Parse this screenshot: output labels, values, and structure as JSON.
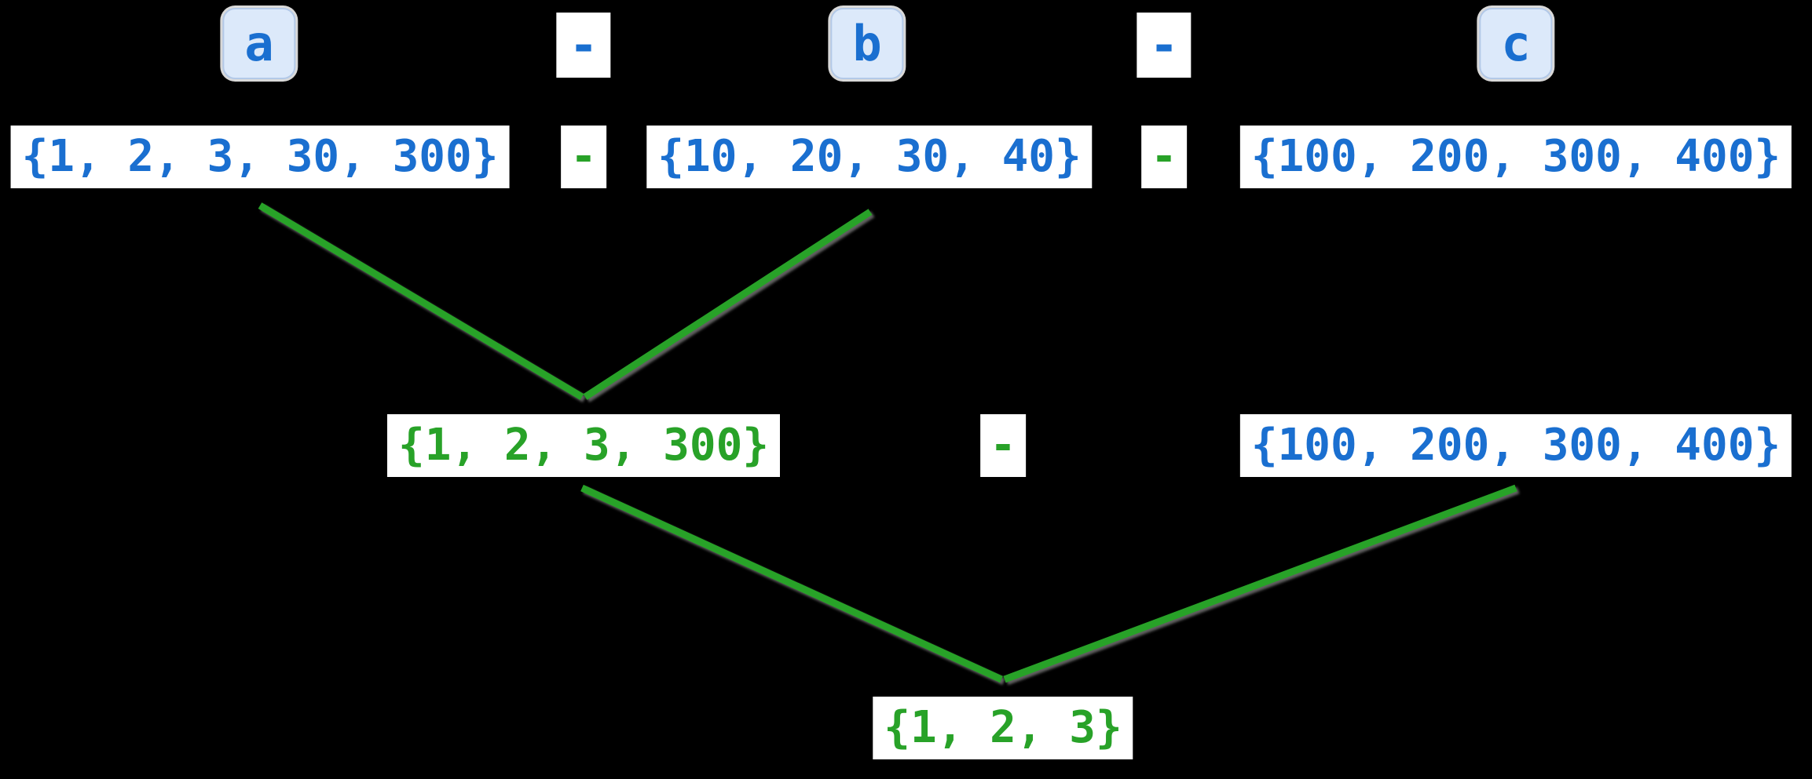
{
  "colors": {
    "bg": "#000000",
    "blue": "#1a6fd0",
    "green": "#28a228",
    "var_fill": "#dce9fa",
    "var_border": "#b3c9e8",
    "white": "#ffffff"
  },
  "variables": {
    "a": "a",
    "b": "b",
    "c": "c"
  },
  "operators": {
    "top_left": "-",
    "top_right": "-",
    "row1_left": "-",
    "row1_right": "-",
    "row2": "-"
  },
  "sets": {
    "a": "{1, 2, 3, 30, 300}",
    "b": "{10, 20, 30, 40}",
    "c": "{100, 200, 300, 400}",
    "a_minus_b": "{1, 2, 3, 300}",
    "c_repeat": "{100, 200, 300, 400}",
    "final": "{1, 2, 3}"
  }
}
